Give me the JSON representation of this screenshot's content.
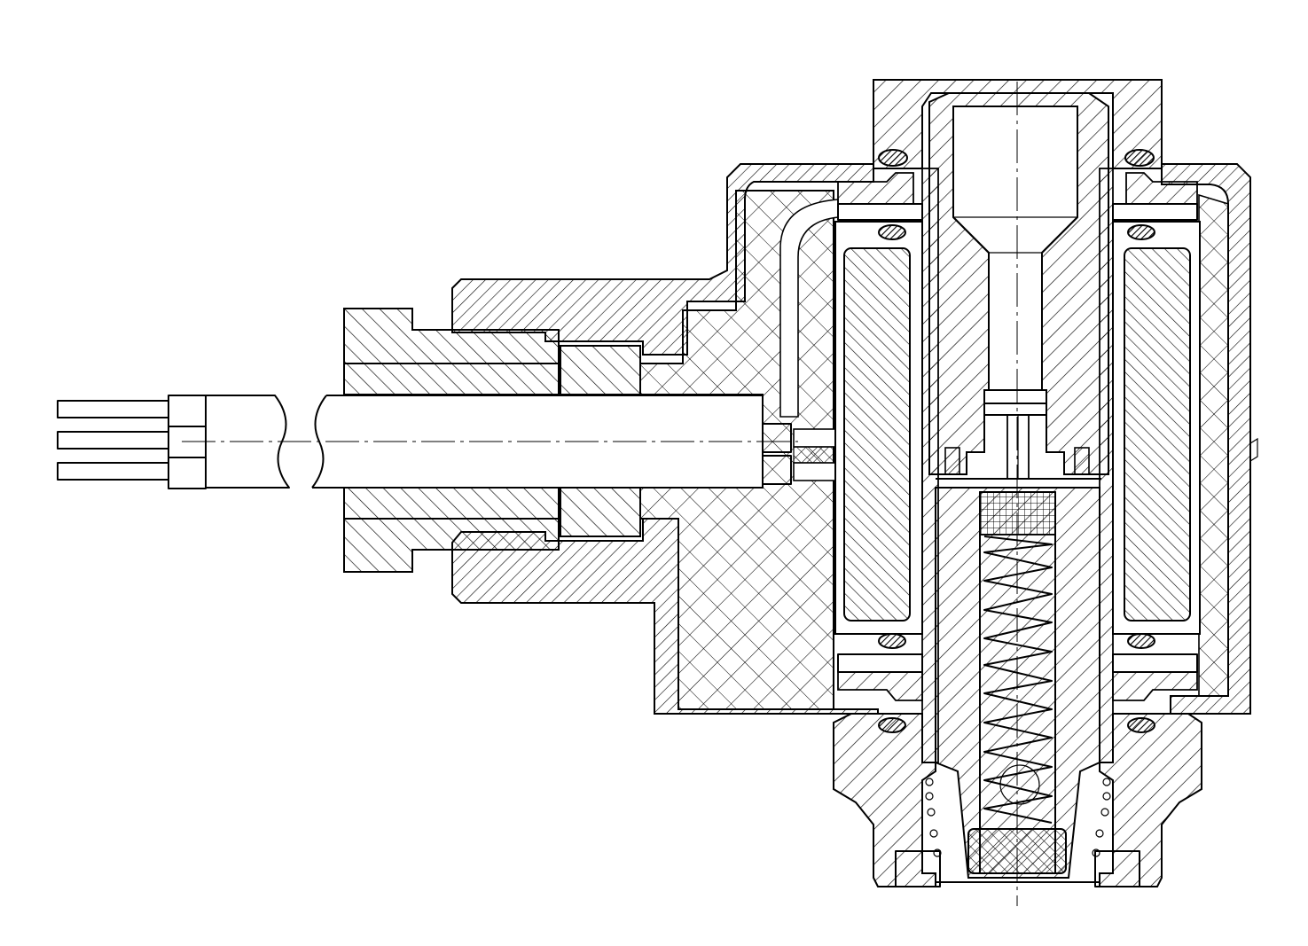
{
  "drawing": {
    "colors": {
      "line": "#000000",
      "background": "#ffffff"
    },
    "hatch_styles": [
      "diagonal-right",
      "diagonal-left",
      "cross-hatch",
      "fine-grid"
    ],
    "parts": [
      "connector-pins",
      "cable",
      "cable-gland-nut",
      "connector-housing",
      "potting-compound",
      "coil-housing",
      "coil-winding-left",
      "coil-winding-right",
      "top-flange",
      "armature-tube",
      "pole-piece",
      "plunger",
      "compression-spring",
      "filter-screen-top",
      "filter-screen-bottom",
      "o-ring-seals",
      "bottom-fitting"
    ]
  }
}
